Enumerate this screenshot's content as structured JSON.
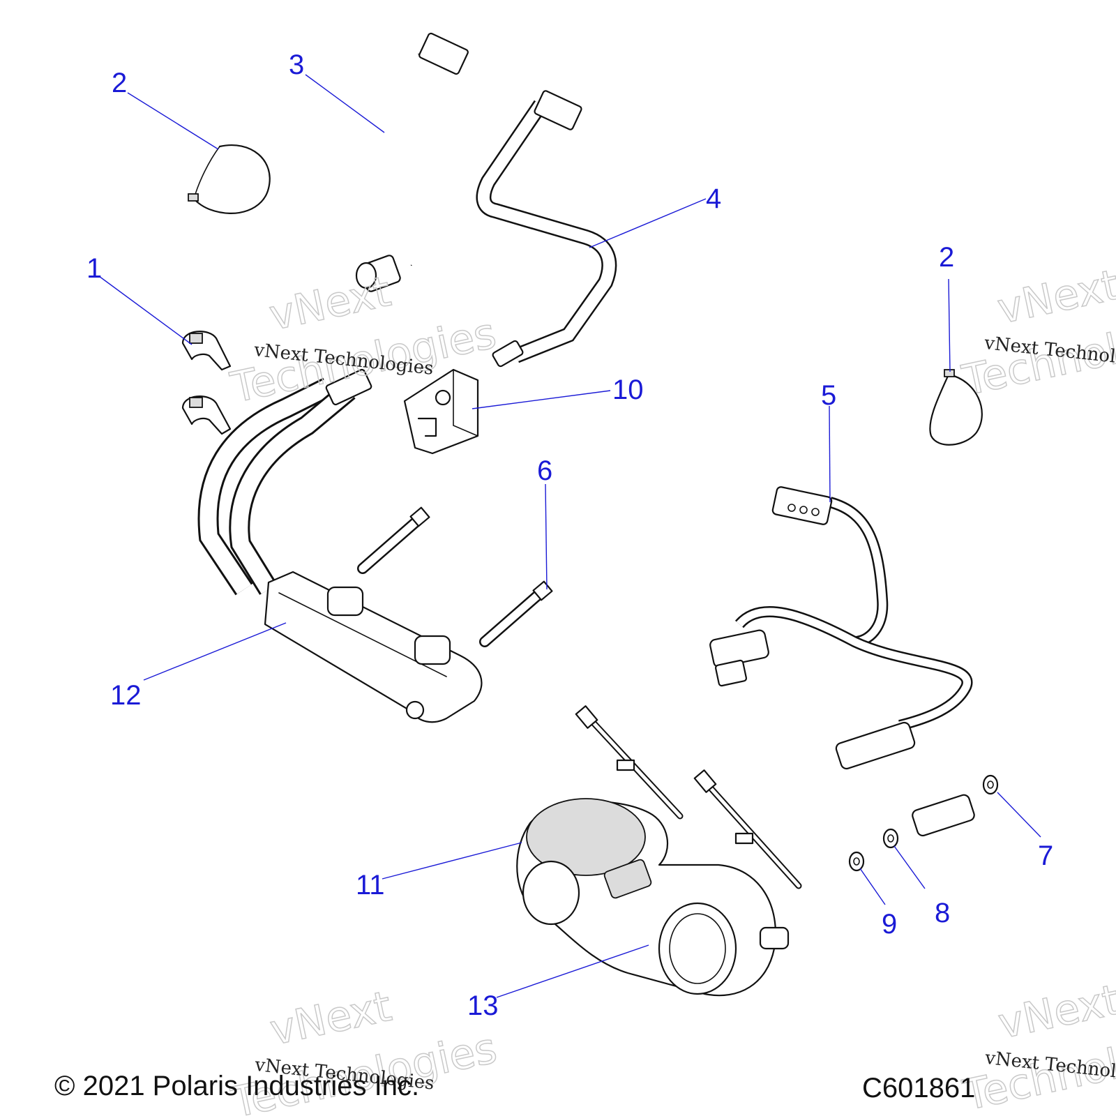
{
  "diagram": {
    "callouts": [
      "1",
      "2",
      "2",
      "3",
      "4",
      "5",
      "6",
      "7",
      "8",
      "9",
      "10",
      "11",
      "12",
      "13"
    ],
    "watermarks": [
      {
        "line1": "vNext",
        "line2": "Technologies",
        "caption": "vNext Technologies"
      },
      {
        "line1": "vNext",
        "line2": "Technologies",
        "caption": "vNext Technologies"
      },
      {
        "line1": "vNext",
        "line2": "Technologies",
        "caption": "vNext Technologies"
      },
      {
        "line1": "vNext",
        "line2": "Technologies",
        "caption": "vNext Technologies"
      }
    ]
  },
  "footer": {
    "copyright": "© 2021 Polaris Industries Inc.",
    "drawing_code": "C601861"
  }
}
